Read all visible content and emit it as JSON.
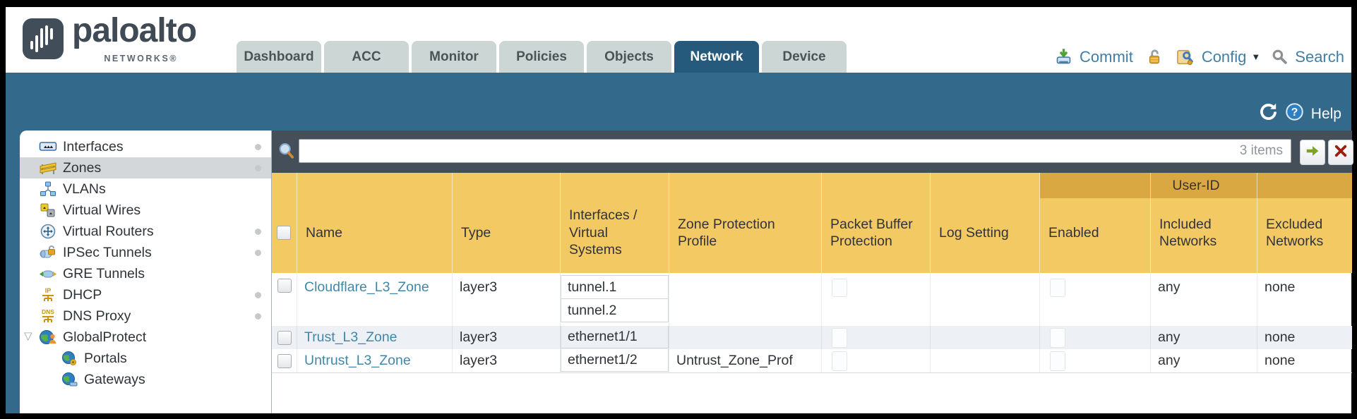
{
  "brand": {
    "name": "paloalto",
    "subtitle": "NETWORKS®",
    "logo_icon": "paloalto-logo-icon"
  },
  "nav": {
    "tabs": [
      {
        "label": "Dashboard",
        "active": false
      },
      {
        "label": "ACC",
        "active": false
      },
      {
        "label": "Monitor",
        "active": false
      },
      {
        "label": "Policies",
        "active": false
      },
      {
        "label": "Objects",
        "active": false
      },
      {
        "label": "Network",
        "active": true
      },
      {
        "label": "Device",
        "active": false
      }
    ]
  },
  "utilities": {
    "commit_label": "Commit",
    "commit_icon": "commit-icon",
    "lock_icon": "lock-icon",
    "config_label": "Config",
    "config_icon": "config-icon",
    "config_caret": "▼",
    "search_label": "Search",
    "search_icon": "search-icon"
  },
  "top_icons": {
    "refresh_icon": "refresh-icon",
    "help_icon": "help-icon",
    "help_label": "Help"
  },
  "sidebar": {
    "items": [
      {
        "label": "Interfaces",
        "icon": "interfaces-icon",
        "dot": true,
        "selected": false,
        "indent": false,
        "expandable": false
      },
      {
        "label": "Zones",
        "icon": "zones-icon",
        "dot": true,
        "selected": true,
        "indent": false,
        "expandable": false
      },
      {
        "label": "VLANs",
        "icon": "vlans-icon",
        "dot": false,
        "selected": false,
        "indent": false,
        "expandable": false
      },
      {
        "label": "Virtual Wires",
        "icon": "virtual-wires-icon",
        "dot": false,
        "selected": false,
        "indent": false,
        "expandable": false
      },
      {
        "label": "Virtual Routers",
        "icon": "virtual-routers-icon",
        "dot": true,
        "selected": false,
        "indent": false,
        "expandable": false
      },
      {
        "label": "IPSec Tunnels",
        "icon": "ipsec-tunnels-icon",
        "dot": true,
        "selected": false,
        "indent": false,
        "expandable": false
      },
      {
        "label": "GRE Tunnels",
        "icon": "gre-tunnels-icon",
        "dot": false,
        "selected": false,
        "indent": false,
        "expandable": false
      },
      {
        "label": "DHCP",
        "icon": "dhcp-icon",
        "dot": true,
        "selected": false,
        "indent": false,
        "expandable": false
      },
      {
        "label": "DNS Proxy",
        "icon": "dns-proxy-icon",
        "dot": true,
        "selected": false,
        "indent": false,
        "expandable": false
      },
      {
        "label": "GlobalProtect",
        "icon": "globalprotect-icon",
        "dot": false,
        "selected": false,
        "indent": false,
        "expandable": true
      },
      {
        "label": "Portals",
        "icon": "portals-icon",
        "dot": false,
        "selected": false,
        "indent": true,
        "expandable": false
      },
      {
        "label": "Gateways",
        "icon": "gateways-icon",
        "dot": false,
        "selected": false,
        "indent": true,
        "expandable": false
      }
    ]
  },
  "toolbar": {
    "filter_value": "",
    "items_count": "3 items",
    "go_icon": "green-arrow-icon",
    "clear_icon": "red-x-icon",
    "magnifier_icon": "filter-magnifier-icon"
  },
  "table": {
    "group_header": "User-ID",
    "columns": [
      "",
      "Name",
      "Type",
      "Interfaces / Virtual Systems",
      "Zone Protection Profile",
      "Packet Buffer Protection",
      "Log Setting",
      "Enabled",
      "Included Networks",
      "Excluded Networks"
    ],
    "rows": [
      {
        "name": "Cloudflare_L3_Zone",
        "type": "layer3",
        "interfaces": [
          "tunnel.1",
          "tunnel.2"
        ],
        "zone_protection_profile": "",
        "packet_buffer_protection": false,
        "log_setting": "",
        "user_id_enabled": false,
        "included_networks": "any",
        "excluded_networks": "none",
        "selected": false
      },
      {
        "name": "Trust_L3_Zone",
        "type": "layer3",
        "interfaces": [
          "ethernet1/1"
        ],
        "zone_protection_profile": "",
        "packet_buffer_protection": false,
        "log_setting": "",
        "user_id_enabled": false,
        "included_networks": "any",
        "excluded_networks": "none",
        "selected": false
      },
      {
        "name": "Untrust_L3_Zone",
        "type": "layer3",
        "interfaces": [
          "ethernet1/2"
        ],
        "zone_protection_profile": "Untrust_Zone_Prof",
        "packet_buffer_protection": false,
        "log_setting": "",
        "user_id_enabled": false,
        "included_networks": "any",
        "excluded_networks": "none",
        "selected": false
      }
    ]
  },
  "colors": {
    "teal_band": "#336a8c",
    "active_tab": "#255a7c",
    "inactive_tab": "#ccd6d5",
    "toolbar_slate": "#454f59",
    "header_gold": "#f3c963",
    "group_gold": "#d9a843",
    "link_blue": "#4187a8",
    "utility_blue": "#3f7fa6",
    "sidebar_selected": "#d3d7da"
  }
}
